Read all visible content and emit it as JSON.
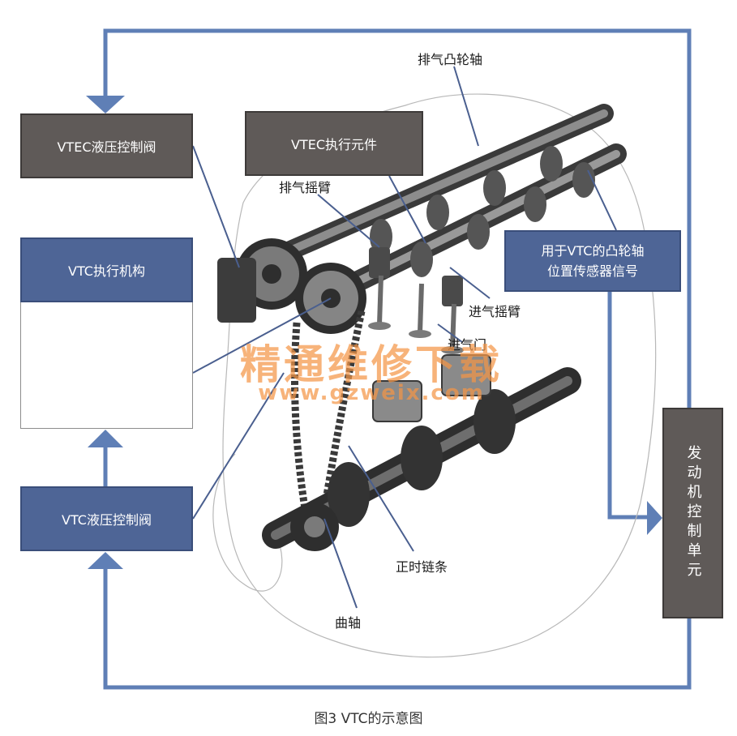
{
  "boxes": {
    "vtec_valve": "VTEC液压控制阀",
    "vtec_actuator": "VTEC执行元件",
    "vtc_mechanism": "VTC执行机构",
    "vtc_valve": "VTC液压控制阀",
    "cam_sensor_line1": "用于VTC的凸轮轴",
    "cam_sensor_line2": "位置传感器信号",
    "ecu": "发动机控制单元"
  },
  "labels": {
    "exhaust_camshaft": "排气凸轮轴",
    "exhaust_rocker": "排气摇臂",
    "intake_rocker": "进气摇臂",
    "intake_valve": "进气门",
    "timing_chain": "正时链条",
    "crankshaft": "曲轴"
  },
  "watermark": {
    "text": "精通维修下载",
    "url": "www.gzweix.com"
  },
  "caption": "图3 VTC的示意图",
  "colors": {
    "loop_line": "#5f7fb6",
    "dark_box": "#5f5a58",
    "blue_box": "#4e6596",
    "leader_line": "#4a5f8f",
    "watermark": "#f49646"
  }
}
